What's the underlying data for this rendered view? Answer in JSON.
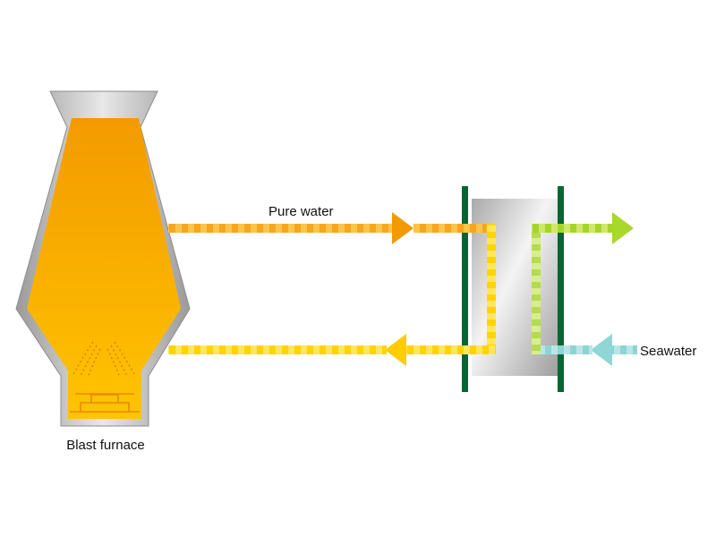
{
  "labels": {
    "furnace": "Blast furnace",
    "pure_water": "Pure water",
    "seawater": "Seawater"
  },
  "colors": {
    "furnace_fill_top": "#f39a00",
    "furnace_fill_bottom": "#ffc400",
    "furnace_shell": "#bdbdbd",
    "heat_pipe": "#f5a623",
    "return_pipe": "#ffd700",
    "seawater_in": "#8fd6d6",
    "seawater_out": "#a8d82a",
    "exchanger_plates": "#006633",
    "exchanger_body": "#c8c8c8"
  }
}
